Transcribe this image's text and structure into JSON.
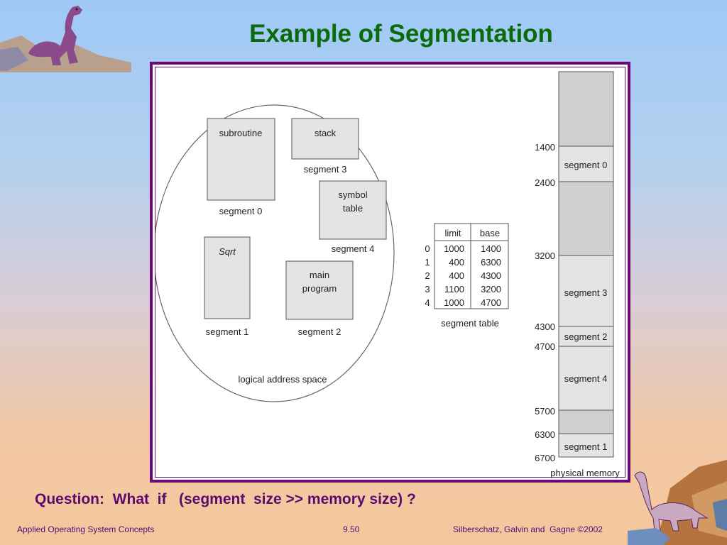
{
  "slide": {
    "title": "Example of Segmentation",
    "question": "Question:  What  if   (segment  size >> memory size) ?",
    "footer_left": "Applied Operating System Concepts",
    "footer_center": "9.50",
    "footer_right": "Silberschatz, Galvin and  Gagne ©2002"
  },
  "logical": {
    "caption": "logical address space",
    "subroutine": "subroutine",
    "stack": "stack",
    "symbol_1": "symbol",
    "symbol_2": "table",
    "sqrt": "Sqrt",
    "main_1": "main",
    "main_2": "program",
    "seg0": "segment 0",
    "seg3": "segment 3",
    "seg4": "segment 4",
    "seg1": "segment 1",
    "seg2": "segment 2"
  },
  "segment_table": {
    "caption": "segment table",
    "headers": [
      "limit",
      "base"
    ],
    "rows": [
      {
        "index": "0",
        "limit": "1000",
        "base": "1400"
      },
      {
        "index": "1",
        "limit": "400",
        "base": "6300"
      },
      {
        "index": "2",
        "limit": "400",
        "base": "4300"
      },
      {
        "index": "3",
        "limit": "1100",
        "base": "3200"
      },
      {
        "index": "4",
        "limit": "1000",
        "base": "4700"
      }
    ]
  },
  "physical": {
    "caption": "physical memory",
    "addresses": [
      "1400",
      "2400",
      "3200",
      "4300",
      "4700",
      "5700",
      "6300",
      "6700"
    ],
    "segments": [
      "segment 0",
      "segment 3",
      "segment 2",
      "segment 4",
      "segment 1"
    ]
  },
  "colors": {
    "title": "#0a6b0a",
    "frame": "#6a0b75",
    "question": "#5c0a6e",
    "footer": "#4b0e78",
    "box_fill": "#e4e4e4",
    "memory_free": "#cfcfcf"
  }
}
